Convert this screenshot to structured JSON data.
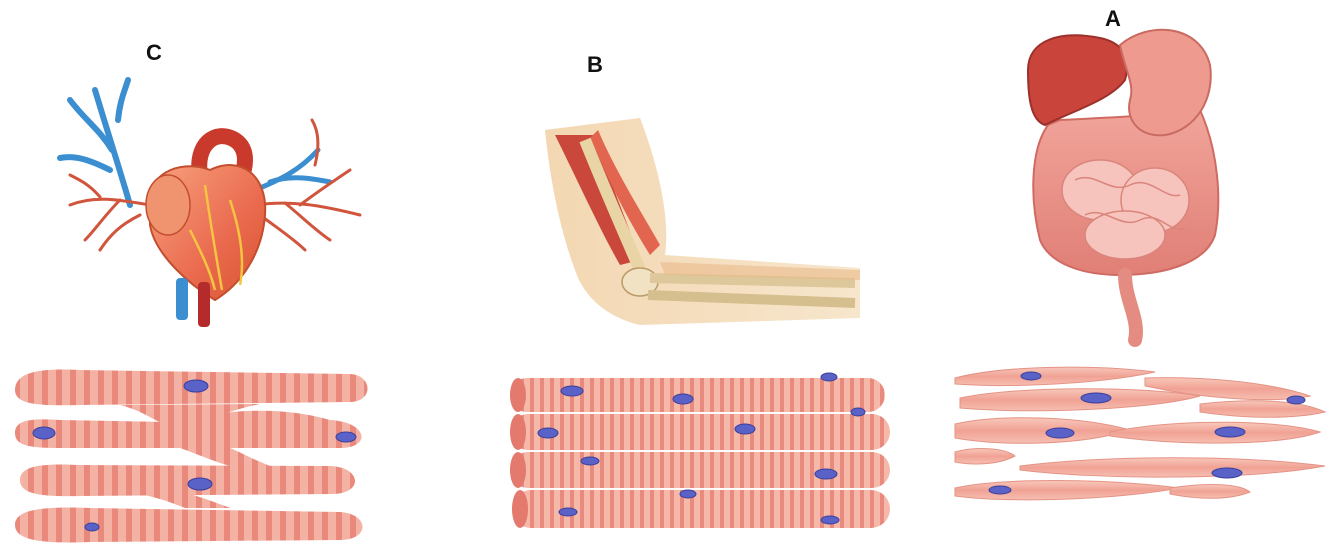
{
  "labels": {
    "c": "C",
    "b": "B",
    "a": "A"
  },
  "panels": [
    {
      "id": "c",
      "organ": "heart",
      "tissue": "cardiac-muscle"
    },
    {
      "id": "b",
      "organ": "arm-elbow",
      "tissue": "skeletal-muscle"
    },
    {
      "id": "a",
      "organ": "digestive-organs",
      "tissue": "smooth-muscle"
    }
  ],
  "colors": {
    "muscle_fiber": "#f2a89a",
    "muscle_stripe": "#e98377",
    "nucleus": "#5b62c9",
    "vein": "#3a8ed0",
    "artery": "#c0392b",
    "organ": "#e9877f"
  }
}
